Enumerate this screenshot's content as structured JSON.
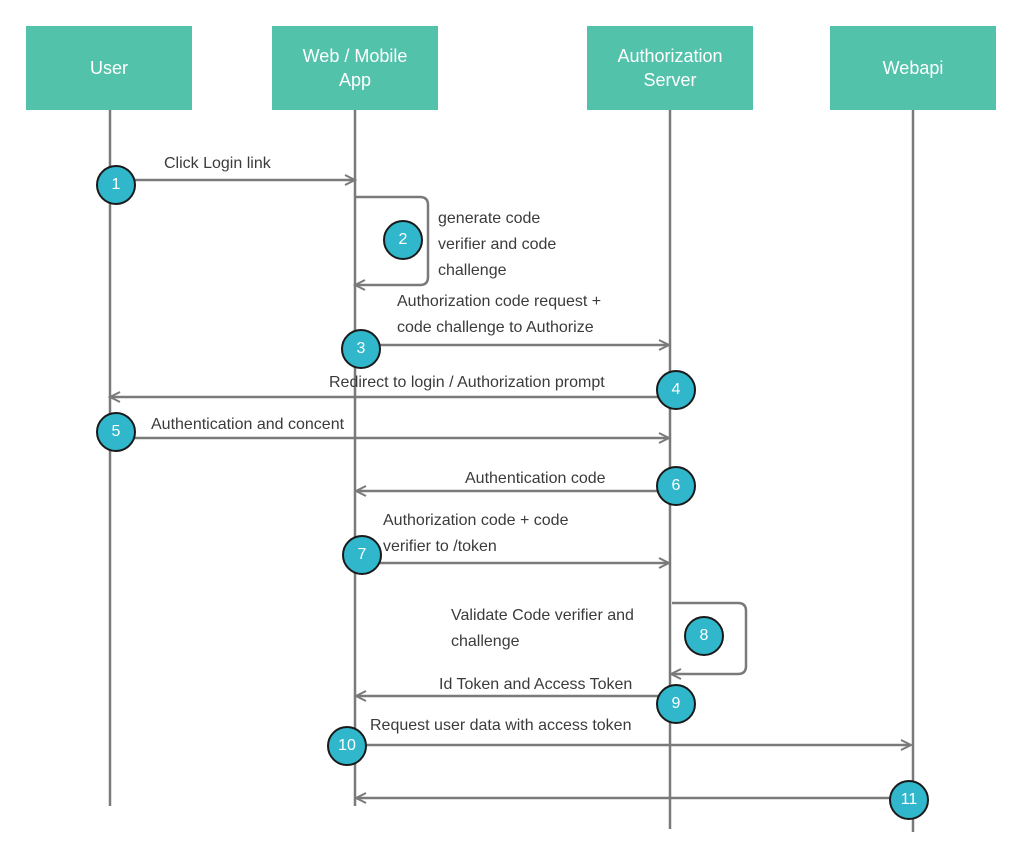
{
  "colors": {
    "actor": "#52c2ab",
    "badge": "#30b7cc",
    "line": "#7a7a7a"
  },
  "actors": {
    "user": "User",
    "app": "Web / Mobile\nApp",
    "auth": "Authorization\nServer",
    "api": "Webapi"
  },
  "messages": {
    "m1": "Click Login link",
    "m2": "generate code\nverifier and code\nchallenge",
    "m3": "Authorization code request +\ncode challenge to Authorize",
    "m4": "Redirect to login / Authorization prompt",
    "m5": "Authentication and concent",
    "m6": "Authentication code",
    "m7": "Authorization code  + code\nverifier to /token",
    "m8": "Validate Code verifier and\nchallenge",
    "m9": "Id Token  and Access Token",
    "m10": "Request user data with access token"
  },
  "steps": [
    "1",
    "2",
    "3",
    "4",
    "5",
    "6",
    "7",
    "8",
    "9",
    "10",
    "11"
  ]
}
